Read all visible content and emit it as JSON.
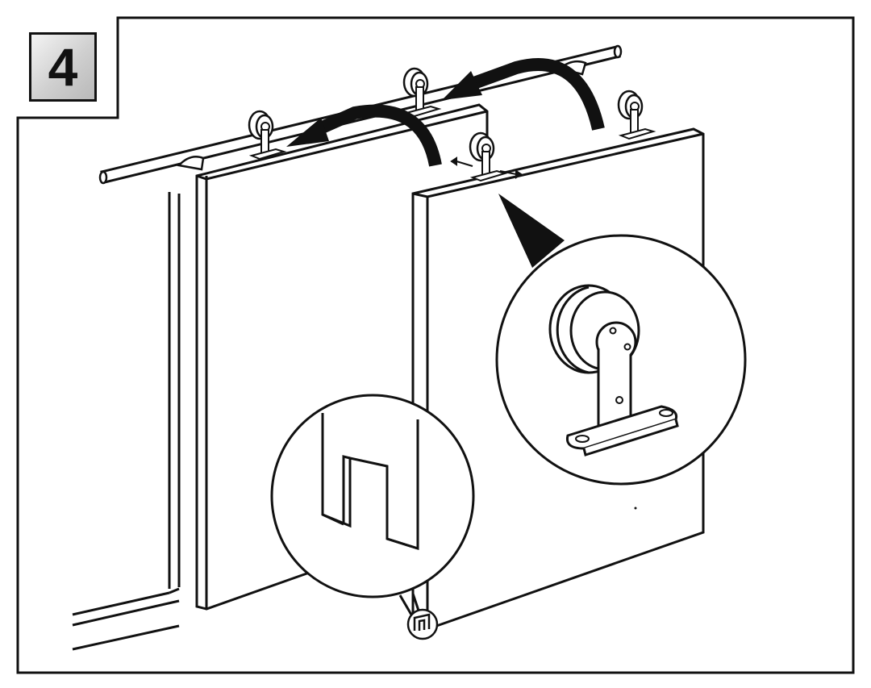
{
  "step": {
    "number": "4"
  },
  "diagram": {
    "parts": [
      "rail",
      "door-left",
      "door-right",
      "roller-hanger",
      "floor-guide",
      "detail-zoom-roller",
      "detail-zoom-floor-guide",
      "move-arrow"
    ],
    "colors": {
      "line": "#111111",
      "background": "#ffffff",
      "badge": "#cfcfcf"
    }
  }
}
